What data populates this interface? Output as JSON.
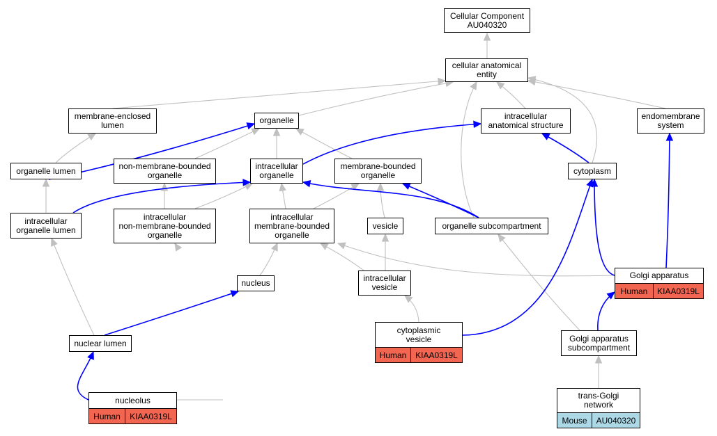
{
  "colors": {
    "is_a_edge": "#c0c0c0",
    "part_of_edge": "#0000ff",
    "human_annotation": "#f26651",
    "mouse_annotation": "#add8e6"
  },
  "nodes": {
    "cellular_component": {
      "label": "Cellular Component\nAU040320"
    },
    "cellular_anatomical_entity": {
      "label": "cellular anatomical\nentity"
    },
    "membrane_enclosed_lumen": {
      "label": "membrane-enclosed\nlumen"
    },
    "organelle": {
      "label": "organelle"
    },
    "intracellular_anatomical_structure": {
      "label": "intracellular\nanatomical structure"
    },
    "endomembrane_system": {
      "label": "endomembrane\nsystem"
    },
    "organelle_lumen": {
      "label": "organelle lumen"
    },
    "non_membrane_bounded_organelle": {
      "label": "non-membrane-bounded\norganelle"
    },
    "intracellular_organelle": {
      "label": "intracellular\norganelle"
    },
    "membrane_bounded_organelle": {
      "label": "membrane-bounded\norganelle"
    },
    "cytoplasm": {
      "label": "cytoplasm"
    },
    "intracellular_organelle_lumen": {
      "label": "intracellular\norganelle lumen"
    },
    "intracellular_non_membrane_bounded_organelle": {
      "label": "intracellular\nnon-membrane-bounded\norganelle"
    },
    "intracellular_membrane_bounded_organelle": {
      "label": "intracellular\nmembrane-bounded\norganelle"
    },
    "vesicle": {
      "label": "vesicle"
    },
    "organelle_subcompartment": {
      "label": "organelle subcompartment"
    },
    "golgi_apparatus": {
      "label": "Golgi apparatus",
      "species": "Human",
      "gene": "KIAA0319L"
    },
    "nucleus": {
      "label": "nucleus"
    },
    "intracellular_vesicle": {
      "label": "intracellular\nvesicle"
    },
    "cytoplasmic_vesicle": {
      "label": "cytoplasmic\nvesicle",
      "species": "Human",
      "gene": "KIAA0319L"
    },
    "golgi_apparatus_subcompartment": {
      "label": "Golgi apparatus\nsubcompartment"
    },
    "nuclear_lumen": {
      "label": "nuclear lumen"
    },
    "nucleolus": {
      "label": "nucleolus",
      "species": "Human",
      "gene": "KIAA0319L"
    },
    "trans_golgi_network": {
      "label": "trans-Golgi\nnetwork",
      "species": "Mouse",
      "gene": "AU040320"
    }
  }
}
